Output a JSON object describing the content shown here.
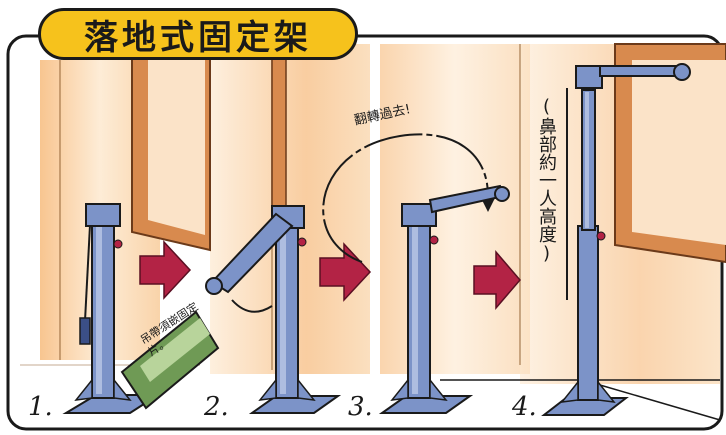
{
  "title": "落地式固定架",
  "steps": [
    "1.",
    "2.",
    "3.",
    "4."
  ],
  "annotations": {
    "flip_over": "翻轉過去!",
    "height_note": "(鼻部約一人高度)",
    "sign": "吊帶須嵌固定片。"
  },
  "colors": {
    "frame_blue": "#7c93c8",
    "frame_dark": "#3b4f86",
    "arrow_red": "#b32345",
    "wall_orange": "#ec9a46",
    "title_yellow": "#f6c21c",
    "sign_green": "#6f9a55"
  }
}
